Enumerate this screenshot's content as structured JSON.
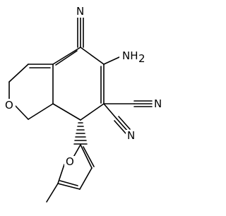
{
  "molecule": {
    "labels": {
      "n_top": "N",
      "amino": "NH",
      "amino_sub": "2",
      "n_right_upper": "N",
      "n_right_lower": "N",
      "o_ring": "O",
      "o_furan": "O"
    },
    "colors": {
      "bond": "#000000",
      "text": "#000000",
      "background": "#ffffff"
    }
  }
}
